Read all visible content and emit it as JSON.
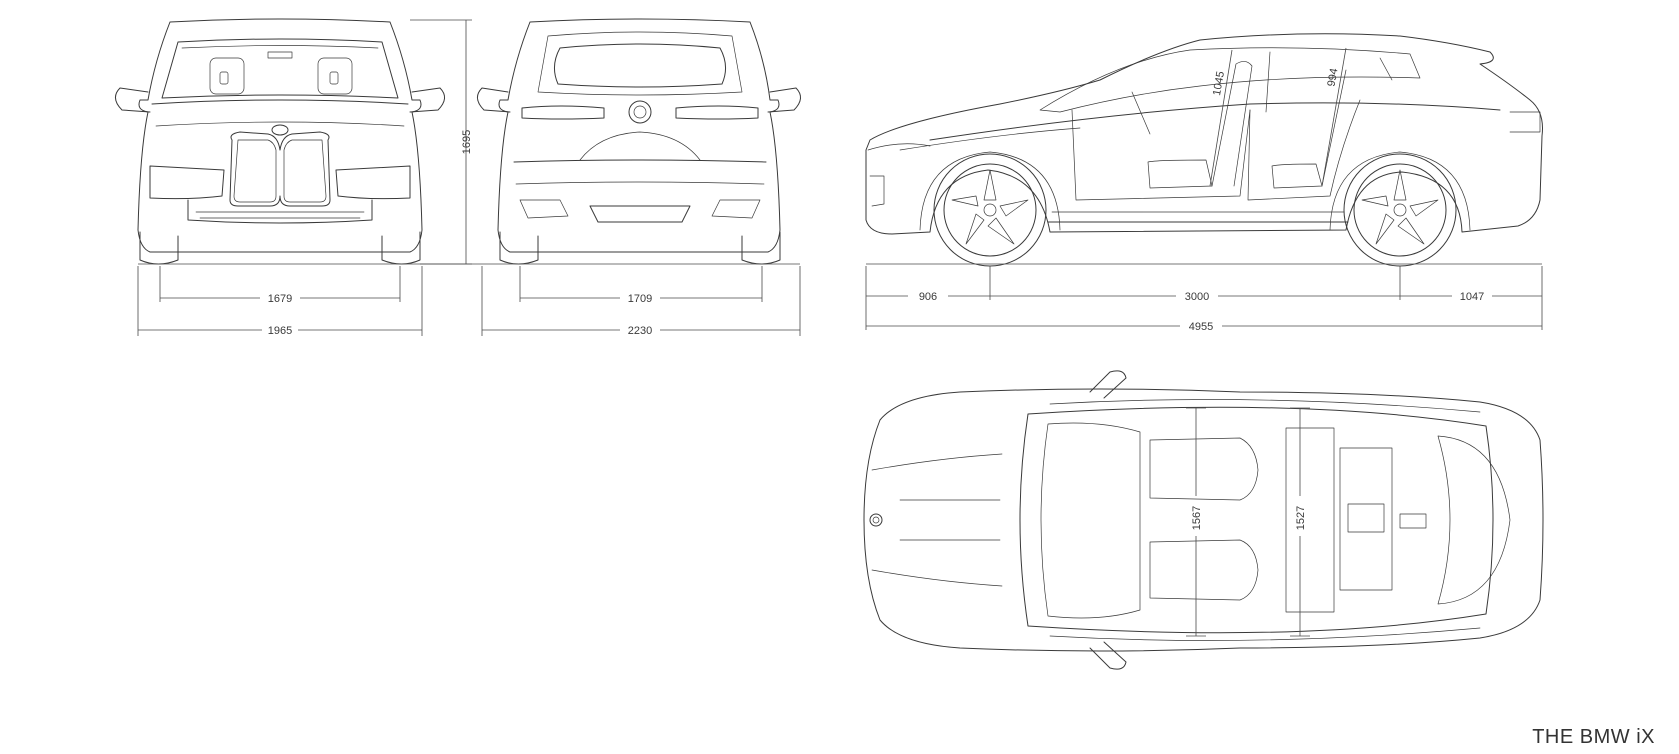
{
  "brand_label": "THE BMW iX",
  "front_view": {
    "track_width": "1679",
    "overall_width": "1965",
    "height": "1695"
  },
  "rear_view": {
    "track_width": "1709",
    "width_with_mirrors": "2230"
  },
  "side_view": {
    "front_overhang": "906",
    "wheelbase": "3000",
    "rear_overhang": "1047",
    "overall_length": "4955",
    "front_headroom": "1045",
    "rear_headroom": "994"
  },
  "top_view": {
    "front_shoulder_width": "1567",
    "rear_shoulder_width": "1527"
  }
}
